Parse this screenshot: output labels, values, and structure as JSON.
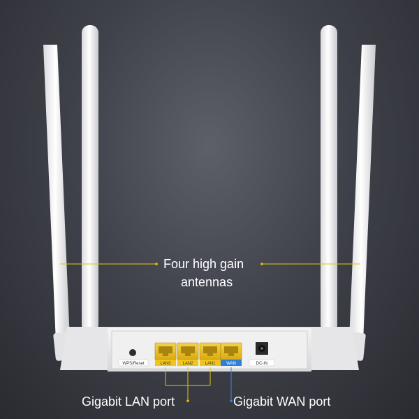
{
  "callouts": {
    "antennas": {
      "line1": "Four high gain",
      "line2": "antennas"
    },
    "lan": "Gigabit LAN port",
    "wan": "Gigabit WAN port"
  },
  "panel_labels": {
    "wps_reset": "WPS/Reset",
    "lan3": "LAN3",
    "lan2": "LAN2",
    "lan1": "LAN1",
    "wan": "WAN",
    "dc_in": "DC-IN"
  },
  "colors": {
    "lan_callout_line": "#e8c400",
    "wan_callout_line": "#3a86e0",
    "antenna_callout_line": "#e8c400",
    "wan_label_bg": "#2f7fd8",
    "port_yellow": "#f1c51d"
  }
}
